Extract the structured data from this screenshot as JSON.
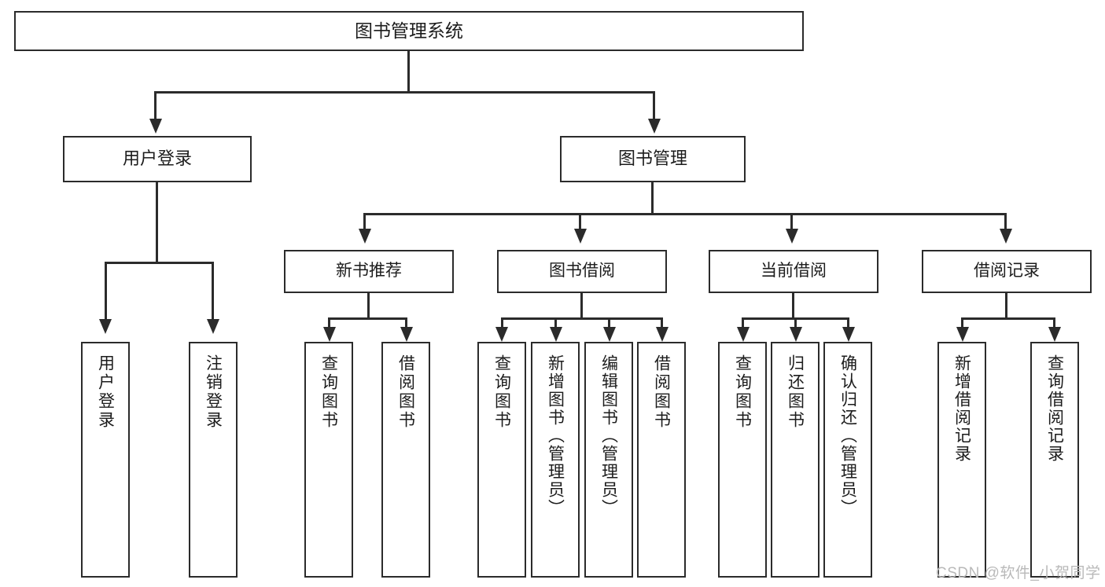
{
  "diagram": {
    "title": "图书管理系统",
    "type": "tree",
    "watermark": "CSDN @软件_小贺同学",
    "colors": {
      "border": "#2b2b2b",
      "fill": "#ffffff",
      "text": "#1c1c1c",
      "watermark": "#b9b9b9"
    },
    "root": {
      "label": "图书管理系统"
    },
    "level2": [
      {
        "label": "用户登录"
      },
      {
        "label": "图书管理"
      }
    ],
    "level3": [
      {
        "label": "新书推荐"
      },
      {
        "label": "图书借阅"
      },
      {
        "label": "当前借阅"
      },
      {
        "label": "借阅记录"
      }
    ],
    "leaves": {
      "user_login": [
        {
          "label": "用户登录"
        },
        {
          "label": "注销登录"
        }
      ],
      "new_book_recommend": [
        {
          "label": "查询图书"
        },
        {
          "label": "借阅图书"
        }
      ],
      "book_borrow": [
        {
          "label": "查询图书"
        },
        {
          "label": "新增图书（管理员）"
        },
        {
          "label": "编辑图书（管理员）"
        },
        {
          "label": "借阅图书"
        }
      ],
      "current_borrow": [
        {
          "label": "查询图书"
        },
        {
          "label": "归还图书"
        },
        {
          "label": "确认归还（管理员）"
        }
      ],
      "borrow_record": [
        {
          "label": "新增借阅记录"
        },
        {
          "label": "查询借阅记录"
        }
      ]
    }
  }
}
